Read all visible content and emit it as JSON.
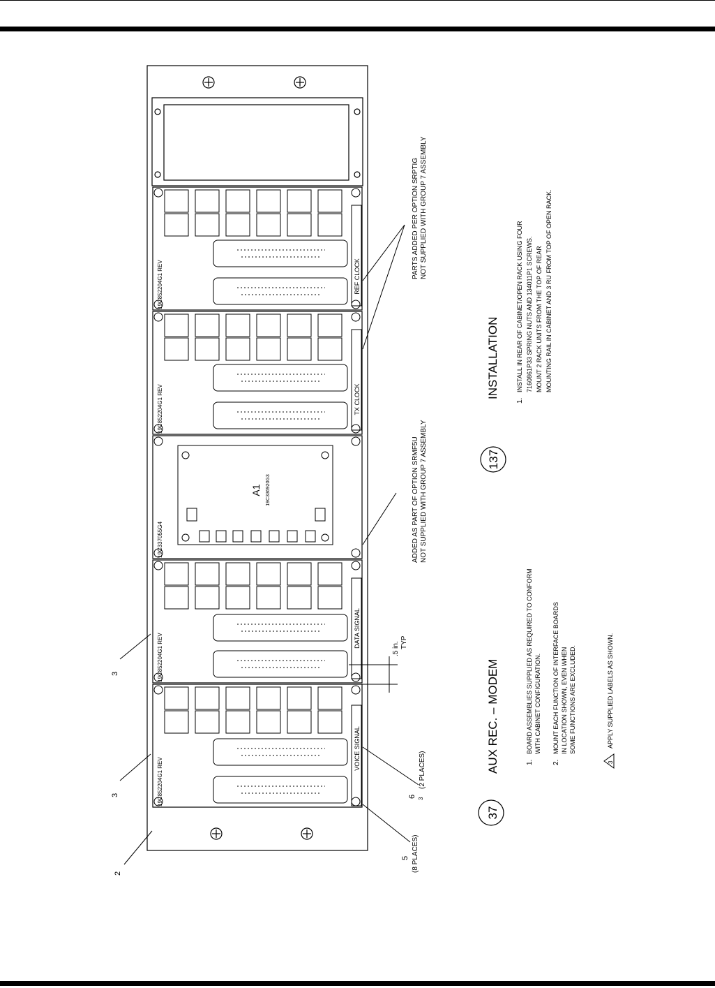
{
  "panel": {
    "assembly_labels": [
      "19C852204G1 REV",
      "19C852204G1 REV",
      "19C337055G4",
      "19C852204G1 REV",
      "19C852204G1 REV"
    ],
    "function_labels": [
      "VOICE SIGNAL",
      "DATA SIGNAL",
      "TX CLOCK",
      "REF CLOCK"
    ],
    "module_label": "A1",
    "module_part": "19C336920G3"
  },
  "callouts": {
    "item_2": "2",
    "item_3a": "3",
    "item_3b": "3",
    "item_5": "5",
    "item_5_places": "(8 PLACES)",
    "item_6": "6",
    "item_6_places": "(2 PLACES)",
    "item_6_note": "3",
    "dimension": ".5 in.",
    "dimension_typ": "TYP",
    "srmf5u_line1": "ADDED AS PART OF OPTION SRMF5U",
    "srmf5u_line2": "NOT SUPPLIED WITH GROUP 7 ASSEMBLY",
    "srptig_line1": "PARTS ADDED PER OPTION SRPTIG",
    "srptig_line2": "NOT SUPPLIED WITH GROUP 7 ASSEMBLY"
  },
  "notes_left": {
    "circle_number": "37",
    "title": "AUX REC. – MODEM",
    "note1_num": "1.",
    "note1_line1": "BOARD ASSEMBLIES SUPPLIED AS REQUIRED TO CONFORM",
    "note1_line2": "WITH CABINET CONFIGURATION.",
    "note2_num": "2.",
    "note2_line1": "MOUNT EACH FUNCTION OF INTERFACE BOARDS",
    "note2_line2": "IN LOCATION SHOWN, EVEN WHEN",
    "note2_line3": "SOME FUNCTIONS ARE EXCLUDED.",
    "note3_flag": "3",
    "note3_text": "APPLY SUPPLIED LABELS AS SHOWN."
  },
  "notes_right": {
    "circle_number": "137",
    "title": "INSTALLATION",
    "note1_num": "1.",
    "line1": "INSTALL IN REAR OF CABINET/OPEN RACK USING FOUR",
    "line2": "7160861P33 SPRING NUTS AND 134011P1 SCREWS.",
    "line3": "MOUNT 2 RACK UNITS FROM THE TOP OF REAR",
    "line4": "MOUNTING RAIL IN CABINET AND 3 RU FROM TOP OF OPEN RACK."
  }
}
